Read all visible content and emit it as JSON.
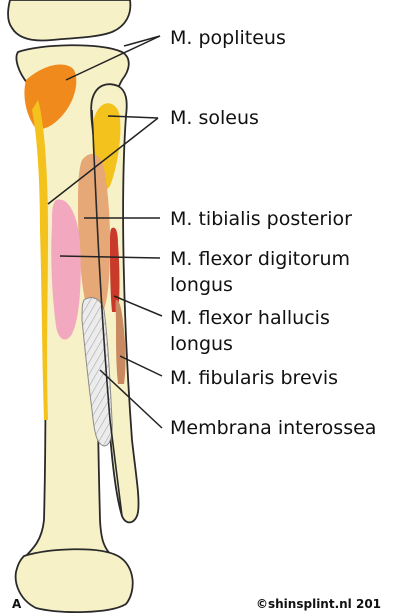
{
  "labels": {
    "popliteus": "M. popliteus",
    "soleus": "M. soleus",
    "tibialis_posterior": "M. tibialis posterior",
    "flexor_digitorum_1": "M. flexor digitorum",
    "flexor_digitorum_2": "longus",
    "flexor_hallucis_1": "M. flexor hallucis",
    "flexor_hallucis_2": "longus",
    "fibularis_brevis": "M. fibularis brevis",
    "membrana": "Membrana interossea"
  },
  "view_letter": "A",
  "copyright": "©shinsplint.nl 201",
  "colors": {
    "bone": "#f7f1c8",
    "bone_outline": "#2a2a2a",
    "popliteus": "#f08a1c",
    "soleus": "#f3c21c",
    "tibialis_posterior": "#e7a878",
    "flexor_digitorum": "#f2a9bf",
    "flexor_hallucis": "#c93a2a",
    "fibularis_brevis": "#c98a62",
    "membrana": "#d7d7d7"
  }
}
